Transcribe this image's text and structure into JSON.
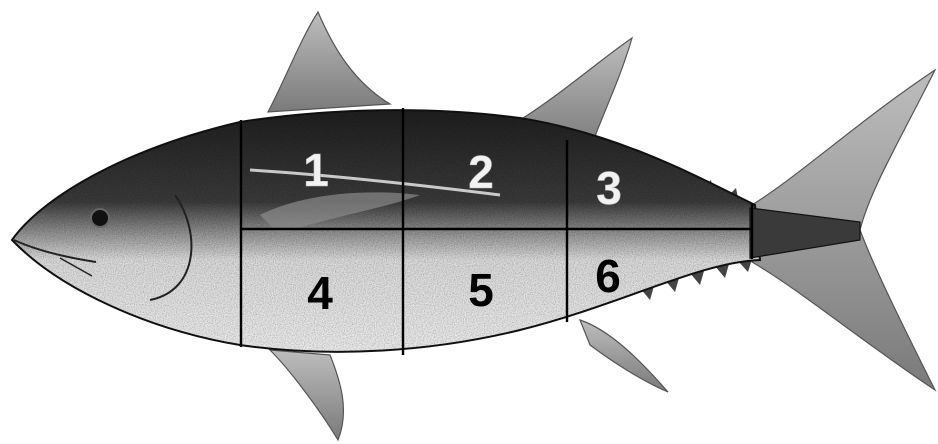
{
  "diagram": {
    "subject": "tuna-fish-cut-sections",
    "regions": [
      {
        "id": "1",
        "label": "1"
      },
      {
        "id": "2",
        "label": "2"
      },
      {
        "id": "3",
        "label": "3"
      },
      {
        "id": "4",
        "label": "4"
      },
      {
        "id": "5",
        "label": "5"
      },
      {
        "id": "6",
        "label": "6"
      }
    ]
  },
  "colors": {
    "dorsal_dark": "#2e2e2e",
    "belly_light": "#e6e6e6",
    "outline": "#000000",
    "background": "#ffffff"
  }
}
